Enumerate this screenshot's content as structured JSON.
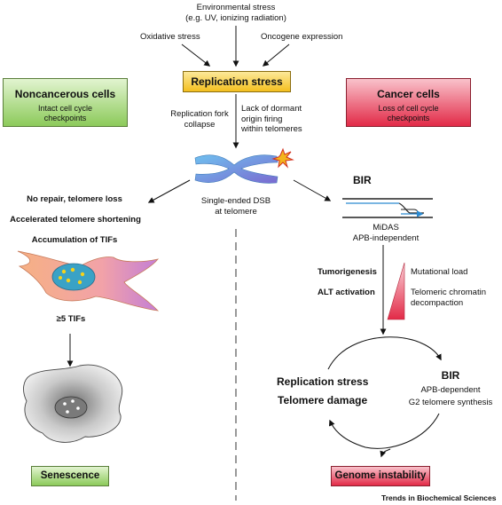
{
  "top": {
    "environmental_stress_line1": "Environmental stress",
    "environmental_stress_line2": "(e.g. UV, ionizing radiation)",
    "oxidative_stress": "Oxidative stress",
    "oncogene_expression": "Oncogene expression",
    "replication_stress_box": "Replication stress"
  },
  "noncancerous": {
    "title": "Noncancerous cells",
    "subtitle_line1": "Intact cell cycle",
    "subtitle_line2": "checkpoints",
    "step1": "No repair, telomere loss",
    "step2": "Accelerated telomere shortening",
    "step3": "Accumulation of TIFs",
    "tif_threshold": "≥5 TIFs",
    "outcome": "Senescence"
  },
  "cancer": {
    "title": "Cancer cells",
    "subtitle_line1": "Loss of cell cycle",
    "subtitle_line2": "checkpoints",
    "bir_top": "BIR",
    "midas": "MiDAS",
    "apb_independent": "APB-independent",
    "tumorigenesis": "Tumorigenesis",
    "alt_activation": "ALT activation",
    "mutational_load": "Mutational load",
    "chromatin_line1": "Telomeric chromatin",
    "chromatin_line2": "decompaction",
    "cycle_left1": "Replication stress",
    "cycle_left2": "Telomere damage",
    "bir_cycle": "BIR",
    "apb_dependent": "APB-dependent",
    "g2_synthesis": "G2 telomere synthesis",
    "outcome": "Genome instability"
  },
  "center": {
    "fork_line1": "Replication fork",
    "fork_line2": "collapse",
    "dormant_line1": "Lack of dormant",
    "dormant_line2": "origin firing",
    "dormant_line3": "within telomeres",
    "dsb_line1": "Single-ended DSB",
    "dsb_line2": "at telomere"
  },
  "footer": {
    "source": "Trends in Biochemical Sciences"
  },
  "colors": {
    "replication_box": "#f7cc33",
    "noncancer_box": "#8ecb5a",
    "cancer_box": "#e8334e",
    "chromosome": "#4a9fdc",
    "chromosome_accent": "#8a63c9",
    "cell_outer": "#f2a57a",
    "cell_outer_purple": "#c67fce",
    "nucleus": "#3fa6c8",
    "foci": "#f2d01a",
    "wedge": "#e8334e",
    "dna_blue": "#2b8ad1"
  }
}
